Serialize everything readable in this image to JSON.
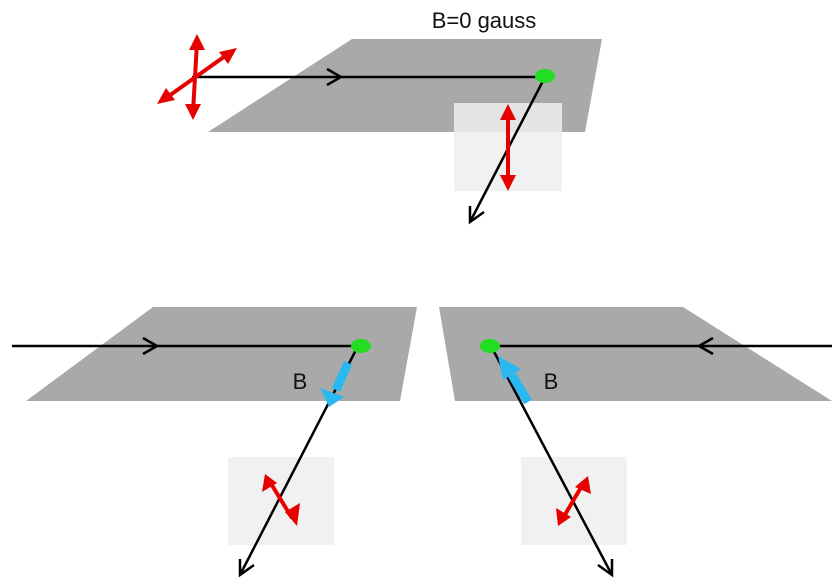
{
  "title": "B=0 gauss",
  "field_label_left": "B",
  "field_label_right": "B",
  "colors": {
    "plane": "#a9a9a9",
    "screen": "#efefef",
    "beam": "#000000",
    "polarization": "#e60000",
    "atom": "#22dd22",
    "field_arrow": "#2ab8f0"
  }
}
